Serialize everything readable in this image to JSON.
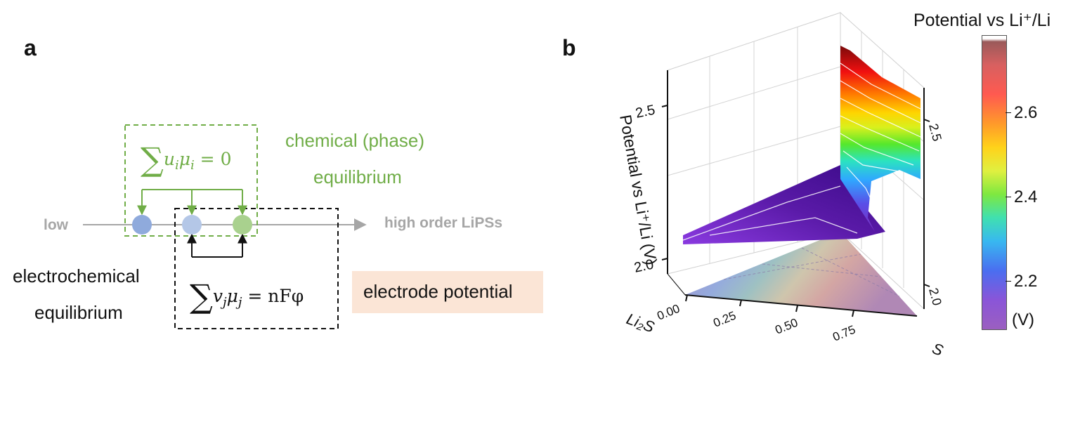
{
  "panel_a": {
    "label": "a",
    "chem_eq": {
      "sum": "∑",
      "term": "u",
      "sub_i": "i",
      "mu": "μ",
      "rhs": " = 0"
    },
    "chem_label_1": "chemical (phase)",
    "chem_label_2": "equilibrium",
    "low": "low",
    "high": "high order LiPSs",
    "electro_label_1": "electrochemical",
    "electro_label_2": "equilibrium",
    "elec_eq": {
      "sum": "∑",
      "term": "v",
      "sub_j": "j",
      "mu": "μ",
      "rhs": " = nFφ"
    },
    "electrode_potential": "electrode potential",
    "colors": {
      "green": "#70ad47",
      "gray": "#a6a6a6",
      "dot1": "#8faadc",
      "dot2": "#b4c7e7",
      "dot3": "#a9d18e",
      "box_fill": "#fbe5d6"
    }
  },
  "panel_b": {
    "label": "b",
    "z_axis_label": "Potential vs Li⁺/Li (V)",
    "z_ticks": [
      "2.5",
      "2.0"
    ],
    "right_ticks": [
      "2.5",
      "2.0"
    ],
    "x_ticks": [
      "0.00",
      "0.25",
      "0.50",
      "0.75"
    ],
    "x_axis_label": "Li₂S",
    "y_axis_label": "S",
    "colorbar": {
      "title": "Potential vs Li⁺/Li",
      "ticks": [
        "2.6",
        "2.4",
        "2.2"
      ],
      "unit": "(V)"
    }
  }
}
